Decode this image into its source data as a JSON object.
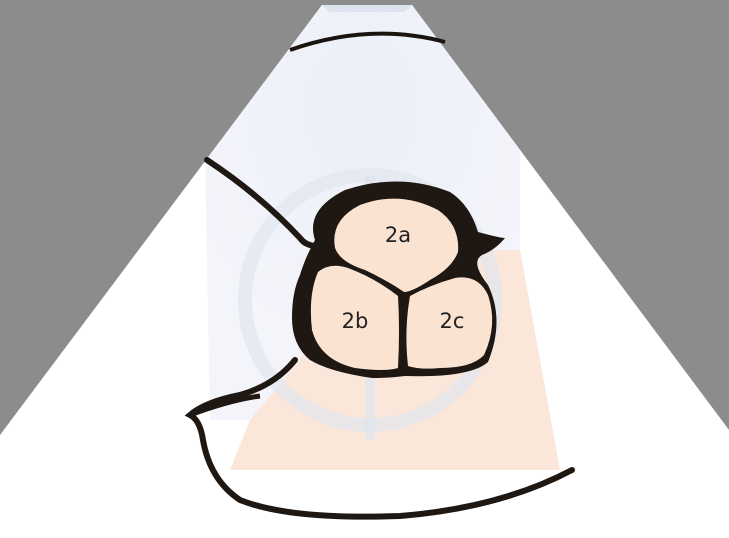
{
  "diagram": {
    "labels": {
      "top": "2a",
      "left": "2b",
      "right": "2c"
    }
  }
}
